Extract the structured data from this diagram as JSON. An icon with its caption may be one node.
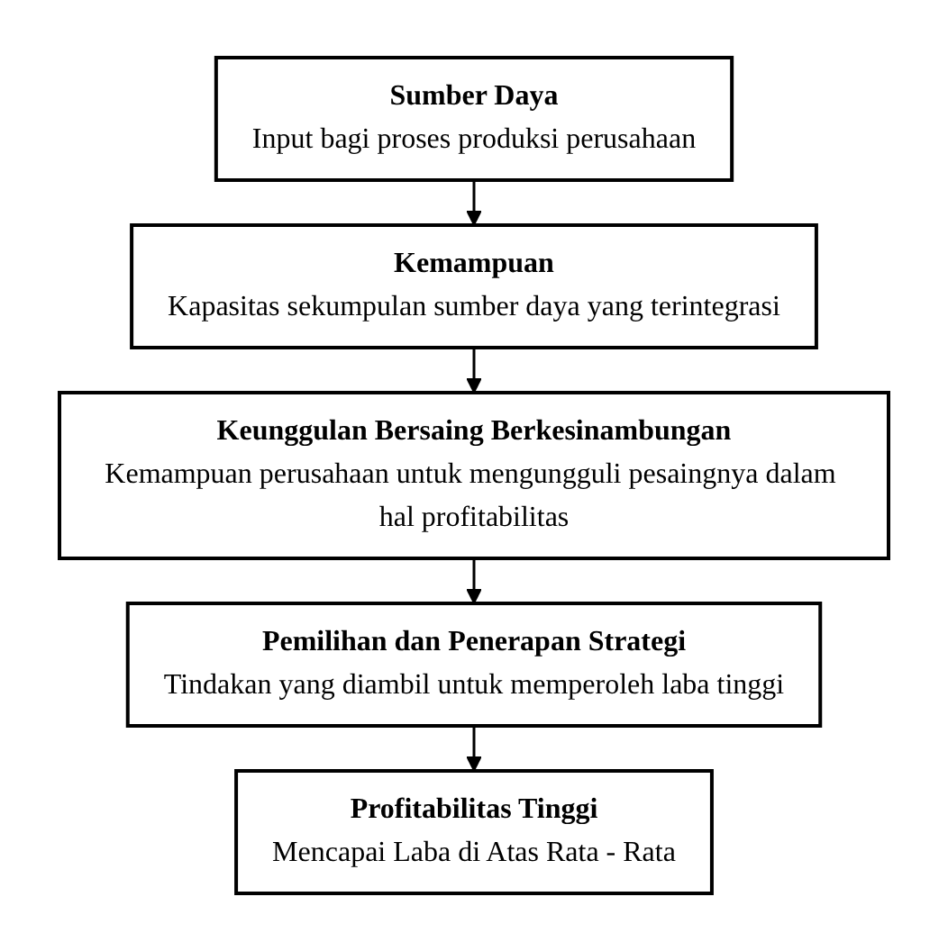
{
  "diagram": {
    "nodes": [
      {
        "text": [
          "Sumber Daya",
          "Input bagi proses produksi perusahaan"
        ]
      },
      {
        "text": [
          "Kemampuan",
          "Kapasitas sekumpulan sumber daya yang terintegrasi"
        ]
      },
      {
        "text": [
          "Keunggulan Bersaing Berkesinambungan",
          "Kemampuan perusahaan untuk mengungguli pesaingnya dalam hal profitabilitas"
        ]
      },
      {
        "text": [
          "Pemilihan dan Penerapan Strategi",
          "Tindakan yang diambil untuk memperoleh laba tinggi"
        ]
      },
      {
        "text": [
          "Profitabilitas Tinggi",
          "Mencapai Laba di Atas Rata - Rata"
        ]
      }
    ],
    "edges": [
      {
        "from": 0,
        "to": 1,
        "arrow": "to"
      },
      {
        "from": 1,
        "to": 2,
        "arrow": "to"
      },
      {
        "from": 2,
        "to": 3,
        "arrow": "to"
      },
      {
        "from": 3,
        "to": 4,
        "arrow": "to"
      }
    ]
  }
}
